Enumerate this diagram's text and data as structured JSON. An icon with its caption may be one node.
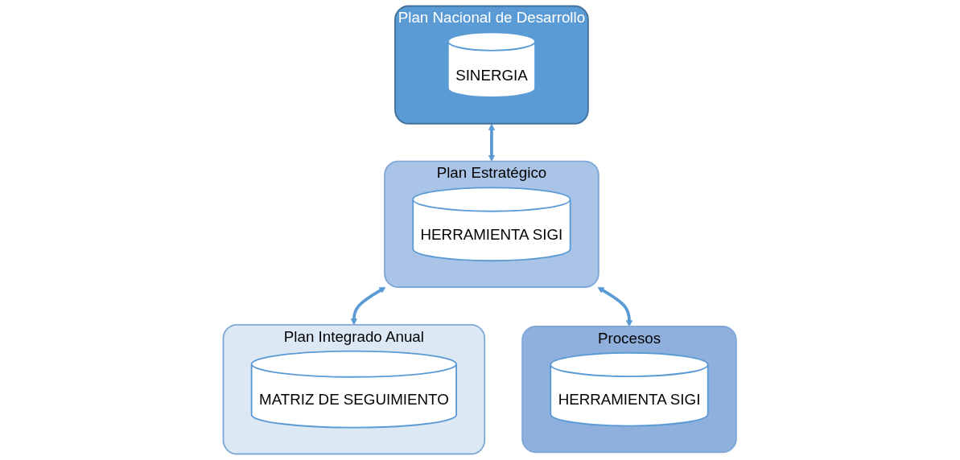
{
  "diagram": {
    "nodes": [
      {
        "text": [
          "Plan Nacional de Desarrollo"
        ]
      },
      {
        "text": [
          "SINERGIA"
        ],
        "in": 0
      },
      {
        "text": [
          "Plan Estratégico"
        ]
      },
      {
        "text": [
          "HERRAMIENTA SIGI"
        ],
        "in": 2
      },
      {
        "text": [
          "Plan Integrado Anual"
        ]
      },
      {
        "text": [
          "MATRIZ DE SEGUIMIENTO"
        ],
        "in": 4
      },
      {
        "text": [
          "Procesos"
        ]
      },
      {
        "text": [
          "HERRAMIENTA SIGI"
        ],
        "in": 6
      }
    ],
    "edges": [
      {
        "from": 0,
        "to": 2,
        "arrow": "both"
      },
      {
        "from": 2,
        "to": 4,
        "arrow": "both"
      },
      {
        "from": 2,
        "to": 6,
        "arrow": "both"
      }
    ]
  }
}
